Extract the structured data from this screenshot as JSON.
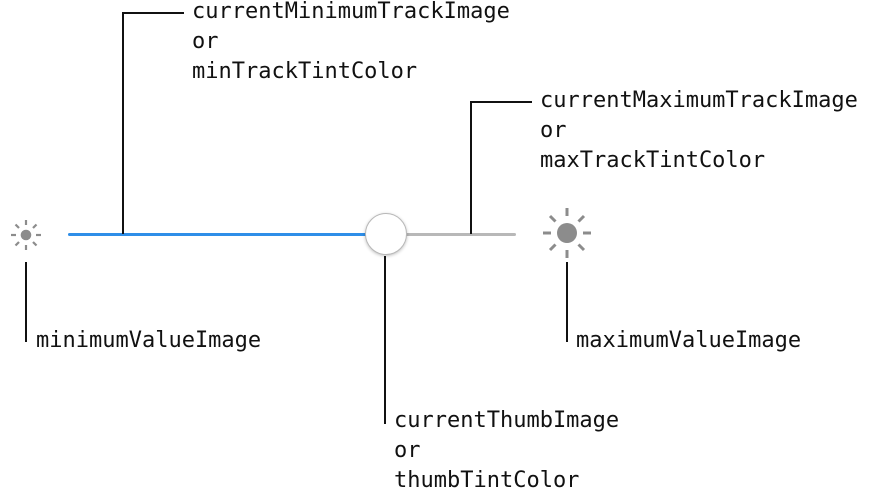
{
  "slider": {
    "value": 0.71,
    "min_track_color": "#2f8ee8",
    "max_track_color": "#b8b8b8",
    "icon_color": "#8c8c8c"
  },
  "icons": {
    "minimum": "sun-small-icon",
    "maximum": "sun-large-icon"
  },
  "labels": {
    "min_track": {
      "line1": "currentMinimumTrackImage",
      "line2": "or",
      "line3": "minTrackTintColor"
    },
    "max_track": {
      "line1": "currentMaximumTrackImage",
      "line2": "or",
      "line3": "maxTrackTintColor"
    },
    "min_value": "minimumValueImage",
    "max_value": "maximumValueImage",
    "thumb": {
      "line1": "currentThumbImage",
      "line2": "or",
      "line3": "thumbTintColor"
    }
  }
}
